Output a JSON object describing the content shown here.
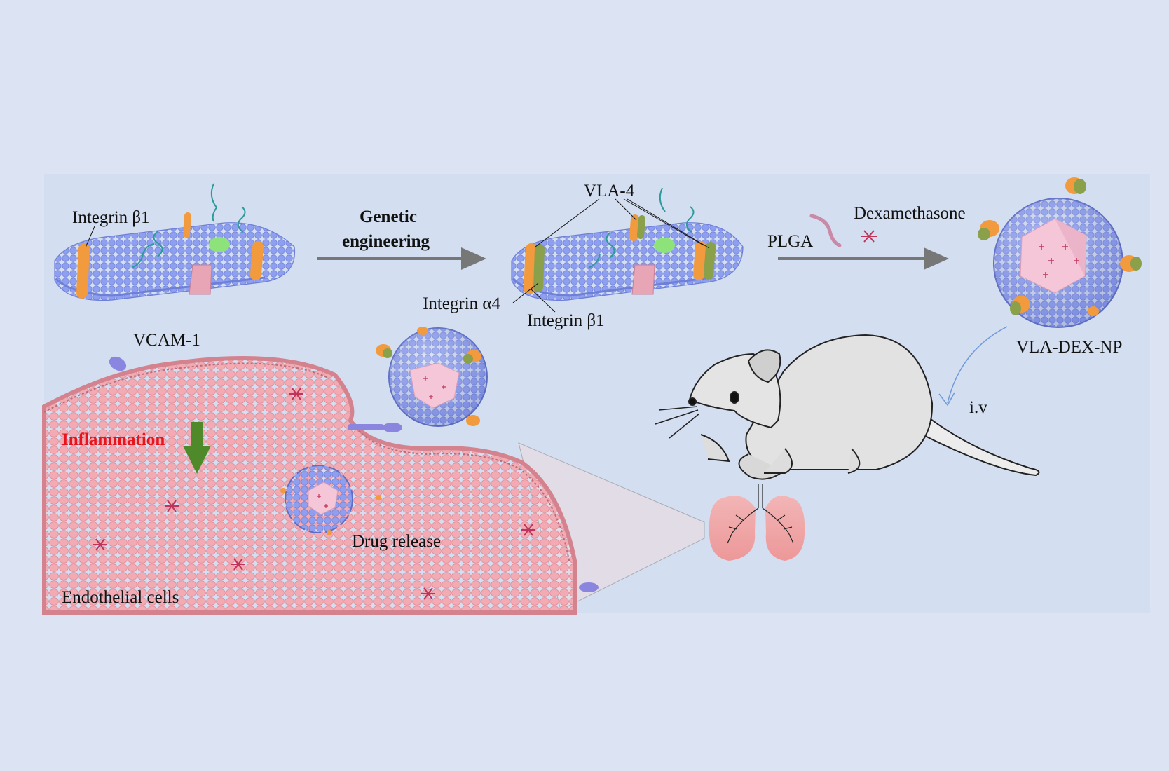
{
  "labels": {
    "integrin_b1_top": "Integrin β1",
    "genetic": "Genetic",
    "engineering": "engineering",
    "vla4": "VLA-4",
    "integrin_a4": "Integrin α4",
    "integrin_b1_mid": "Integrin β1",
    "plga": "PLGA",
    "dexamethasone": "Dexamethasone",
    "vla_dex_np": "VLA-DEX-NP",
    "vcam1": "VCAM-1",
    "iv": "i.v",
    "inflammation": "Inflammation",
    "drug_release": "Drug release",
    "endothelial": "Endothelial cells"
  },
  "colors": {
    "background": "#dce4f3",
    "panel": "#d3def0",
    "membrane_bead": "#8e9ef0",
    "integrin_beta": "#f19a3e",
    "integrin_alpha": "#8aa04a",
    "endothelium": "#f2a5ae",
    "dexamethasone_star": "#c0335a",
    "inflammation_arrow": "#4f8a2a",
    "inflammation_text": "#e8141c",
    "lung": "#f0a0a0"
  },
  "icons": [
    "membrane-patch-icon",
    "nanoparticle-icon",
    "mouse-icon",
    "lung-icon",
    "dexamethasone-star-icon",
    "plga-chain-icon",
    "vcam1-icon"
  ]
}
